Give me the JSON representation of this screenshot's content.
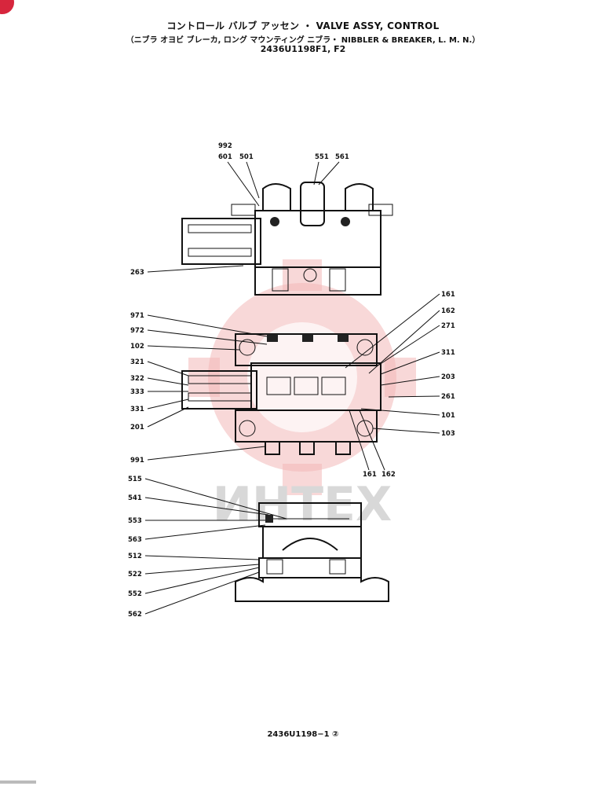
{
  "header": {
    "title_line": "コントロール バルブ アッセン ・ VALVE ASSY, CONTROL",
    "subtitle_line": "（ニブラ オヨビ ブレーカ, ロング マウンティング ニブラ・ NIBBLER & BREAKER, L. M. N.）",
    "part_line": "2436U1198F1, F2"
  },
  "footer": {
    "drawing_number": "2436U1198−1 ②"
  },
  "watermark": {
    "text": "ИНТЕХ",
    "color": "#e8a0a0"
  },
  "callouts": {
    "top_view": [
      "992",
      "601",
      "501",
      "551",
      "561",
      "263"
    ],
    "middle_left": [
      "971",
      "972",
      "102",
      "321",
      "322",
      "333",
      "331",
      "201",
      "991"
    ],
    "middle_right": [
      "161",
      "162",
      "271",
      "311",
      "203",
      "261",
      "101",
      "103",
      "161",
      "162"
    ],
    "bottom_view": [
      "515",
      "541",
      "553",
      "563",
      "512",
      "522",
      "552",
      "562"
    ]
  },
  "colors": {
    "badge": "#d7263d",
    "ink": "#111111"
  }
}
